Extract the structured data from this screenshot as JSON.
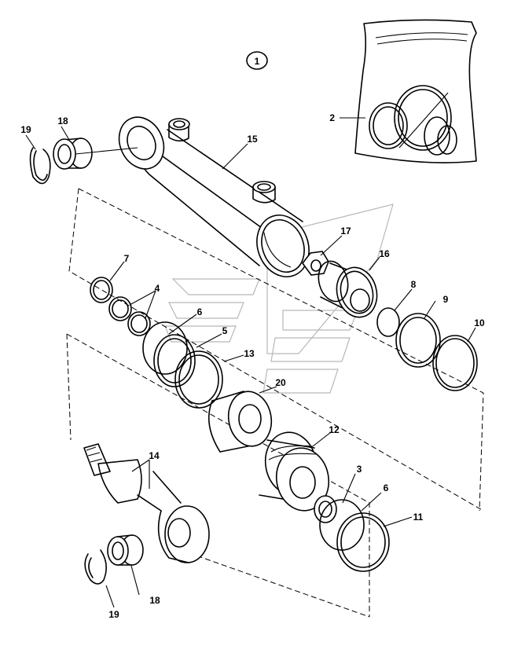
{
  "assembly_badge": "1",
  "callouts": {
    "c2": "2",
    "c3": "3",
    "c4": "4",
    "c5": "5",
    "c6a": "6",
    "c6b": "6",
    "c7": "7",
    "c8": "8",
    "c9": "9",
    "c10": "10",
    "c11": "11",
    "c12": "12",
    "c13": "13",
    "c14": "14",
    "c15": "15",
    "c16": "16",
    "c17": "17",
    "c18a": "18",
    "c18b": "18",
    "c19a": "19",
    "c19b": "19",
    "c20": "20"
  }
}
